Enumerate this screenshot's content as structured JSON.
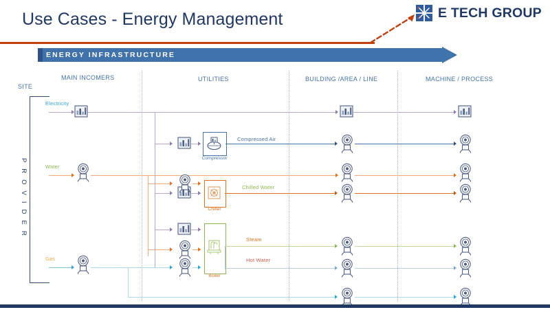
{
  "header": {
    "title": "Use Cases - Energy Management",
    "brand": "E TECH GROUP",
    "logo_icon": "e-tech-starburst-icon",
    "rule_color": "#c0400f",
    "title_color": "#1f3864"
  },
  "banner": {
    "label": "ENERGY INFRASTRUCTURE",
    "fill_color": "#4072ab",
    "cap_color": "#2e5584"
  },
  "columns": [
    {
      "key": "site",
      "label": "SITE"
    },
    {
      "key": "main_incomers",
      "label": "MAIN INCOMERS"
    },
    {
      "key": "utilities",
      "label": "UTILITIES"
    },
    {
      "key": "building",
      "label": "BUILDING /AREA / LINE"
    },
    {
      "key": "machine",
      "label": "MACHINE / PROCESS"
    }
  ],
  "provider": {
    "label": "P R O V I D E R",
    "inputs": [
      {
        "name": "Electricity",
        "color": "#2ba6d9"
      },
      {
        "name": "Water",
        "color": "#8cb94e"
      },
      {
        "name": "Gas",
        "color": "#f0a93b"
      }
    ]
  },
  "utility_nodes": [
    {
      "name": "Compressor",
      "icon": "compressor-icon",
      "border_color": "#4472a8",
      "label_color": "#4472a8"
    },
    {
      "name": "Chiller",
      "icon": "chiller-icon",
      "border_color": "#e2711d",
      "label_color": "#e2711d"
    },
    {
      "name": "Boiler",
      "icon": "boiler-icon",
      "border_color": "#8cb94e",
      "label_color": "#e2711d"
    }
  ],
  "flows": [
    {
      "name": "Compressed Air",
      "color": "#4472a8"
    },
    {
      "name": "Chilled Water",
      "color": "#8cb94e"
    },
    {
      "name": "Steam",
      "color": "#e2711d"
    },
    {
      "name": "Hot Water",
      "color": "#e05c4b"
    }
  ],
  "icons": {
    "electric_meter": "electric-meter-icon",
    "flow_meter": "flow-meter-icon"
  },
  "palette": {
    "electricity_line": "#b9a7cf",
    "water_line": "#f4a873",
    "gas_line": "#aadde8",
    "compressed_air_line": "#4472a8",
    "chilled_water_line": "#e2711d",
    "steam_line": "#c4d79b",
    "hot_water_line": "#b8cce4",
    "separator": "#9fb6d4",
    "bottom_bar": "#1f3864"
  }
}
